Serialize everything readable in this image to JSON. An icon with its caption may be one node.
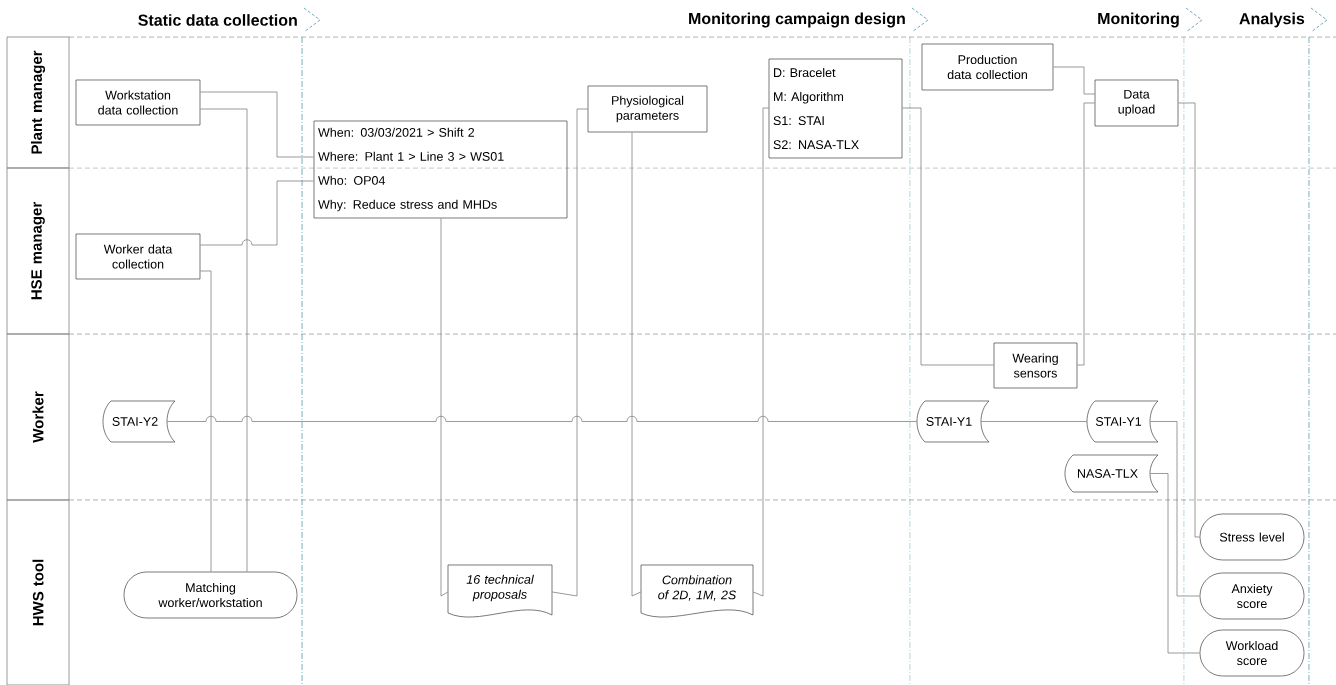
{
  "diagram": {
    "nodes": [
      {
        "text": [
          "Plant manager"
        ]
      },
      {
        "text": [
          "HSE manager"
        ]
      },
      {
        "text": [
          "Worker"
        ]
      },
      {
        "text": [
          "HWS tool"
        ]
      },
      {
        "text": [
          "Workstation data collection"
        ]
      },
      {
        "text": [
          "Worker data collection"
        ]
      },
      {
        "text": [
          "When: 03/03/2021 > Shift 2",
          "Where: Plant 1 > Line 3 > WS01",
          "Who: OP04",
          "Why: Reduce stress and MHDs"
        ]
      },
      {
        "text": [
          "Physiological parameters"
        ]
      },
      {
        "text": [
          "D: Bracelet",
          "M: Algorithm",
          "S1: STAI",
          "S2: NASA-TLX"
        ]
      },
      {
        "text": [
          "Production data collection"
        ]
      },
      {
        "text": [
          "Data upload"
        ]
      },
      {
        "text": [
          "Wearing sensors"
        ]
      },
      {
        "text": [
          "STAI-Y2"
        ]
      },
      {
        "text": [
          "STAI-Y1"
        ]
      },
      {
        "text": [
          "STAI-Y1"
        ]
      },
      {
        "text": [
          "NASA-TLX"
        ]
      },
      {
        "text": [
          "Matching worker/workstation"
        ]
      },
      {
        "text": [
          "16 technical proposals"
        ]
      },
      {
        "text": [
          "Combination of 2D, 1M, 2S"
        ]
      },
      {
        "text": [
          "Stress level"
        ]
      },
      {
        "text": [
          "Anxiety score"
        ]
      },
      {
        "text": [
          "Workload score"
        ]
      }
    ],
    "edges": [
      {
        "from": 4,
        "to": 6,
        "arrow": "none"
      },
      {
        "from": 4,
        "to": 16,
        "arrow": "none"
      },
      {
        "from": 5,
        "to": 6,
        "arrow": "none"
      },
      {
        "from": 5,
        "to": 16,
        "arrow": "none"
      },
      {
        "from": 6,
        "to": 17,
        "arrow": "none"
      },
      {
        "from": 7,
        "to": 17,
        "arrow": "none"
      },
      {
        "from": 7,
        "to": 18,
        "arrow": "none"
      },
      {
        "from": 8,
        "to": 18,
        "arrow": "none"
      },
      {
        "from": 8,
        "to": 11,
        "arrow": "none"
      },
      {
        "from": 9,
        "to": 10,
        "arrow": "none"
      },
      {
        "from": 11,
        "to": 10,
        "arrow": "none"
      },
      {
        "from": 10,
        "to": 19,
        "arrow": "none"
      },
      {
        "from": 12,
        "to": 13,
        "arrow": "none"
      },
      {
        "from": 13,
        "to": 14,
        "arrow": "none"
      },
      {
        "from": 14,
        "to": 20,
        "arrow": "none"
      },
      {
        "from": 15,
        "to": 21,
        "arrow": "none"
      }
    ],
    "labels": [
      "Static data collection",
      "Monitoring campaign design",
      "Monitoring",
      "Analysis"
    ]
  }
}
